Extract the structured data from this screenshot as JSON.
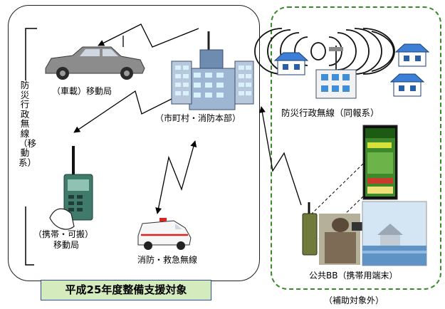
{
  "left_panel": {
    "vertical_title": "防災行政無線（移動系）",
    "banner": "平成25年度整備支援対象",
    "labels": {
      "vehicle": "（車載）移動局",
      "hq": "（市町村・消防本部）",
      "portable_line1": "（携帯・可搬）",
      "portable_line2": "移動局",
      "ambulance": "消防・救急無線"
    }
  },
  "right_panel": {
    "broadcast": "防災行政無線（同報系）",
    "public_bb": "公共BB（携帯用端末）",
    "outside": "（補助対象外）"
  },
  "colors": {
    "left_border": "#202020",
    "right_border": "#3a8a2c",
    "banner_fill": "#d3ebbd",
    "banner_border": "#2e4f9c"
  }
}
